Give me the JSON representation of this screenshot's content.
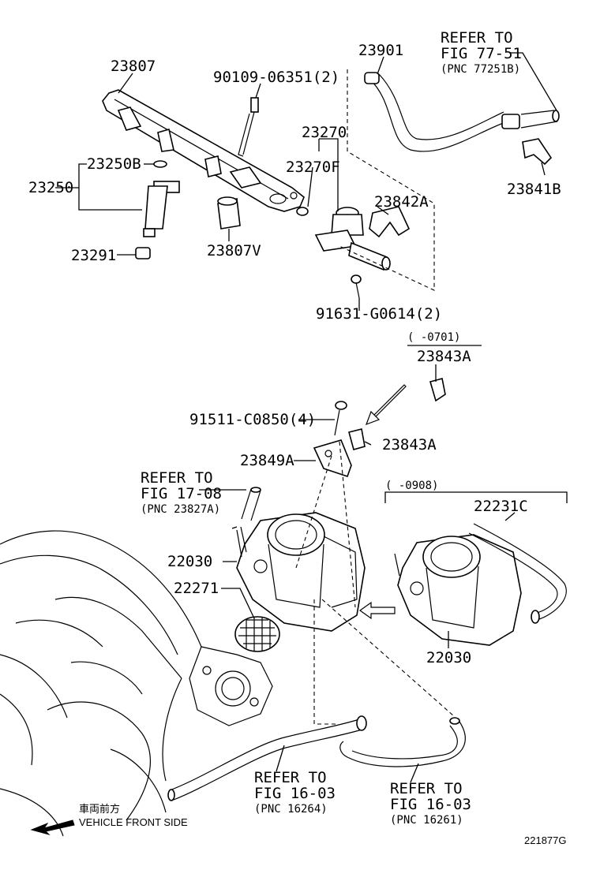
{
  "labels": {
    "p23807": "23807",
    "p90109": "90109-06351(2)",
    "p23901": "23901",
    "refer77_l1": "REFER TO",
    "refer77_l2": "FIG 77-51",
    "refer77_l3": "(PNC 77251B)",
    "p23270": "23270",
    "p23270f": "23270F",
    "p23250b": "23250B",
    "p23250": "23250",
    "p23842a": "23842A",
    "p23841b": "23841B",
    "p23807v": "23807V",
    "p23291": "23291",
    "p91631": "91631-G0614(2)",
    "range0701": "(      -0701)",
    "p23843a_top": "23843A",
    "p91511": "91511-C0850(4)",
    "p23843a": "23843A",
    "p23849a": "23849A",
    "refer17_l1": "REFER TO",
    "refer17_l2": "FIG 17-08",
    "refer17_l3": "(PNC 23827A)",
    "range0908": "(      -0908)",
    "p22231c": "22231C",
    "p22030": "22030",
    "p22271": "22271",
    "p22030b": "22030",
    "refer16a_l1": "REFER TO",
    "refer16a_l2": "FIG 16-03",
    "refer16a_l3": "(PNC 16264)",
    "refer16b_l1": "REFER TO",
    "refer16b_l2": "FIG 16-03",
    "refer16b_l3": "(PNC 16261)",
    "front_jp": "車両前方",
    "front_en": "VEHICLE FRONT SIDE",
    "diagram_id": "221877G"
  },
  "icons": {
    "front_arrow": "left-arrow-icon",
    "swap_arrow": "hollow-arrow-icon"
  }
}
